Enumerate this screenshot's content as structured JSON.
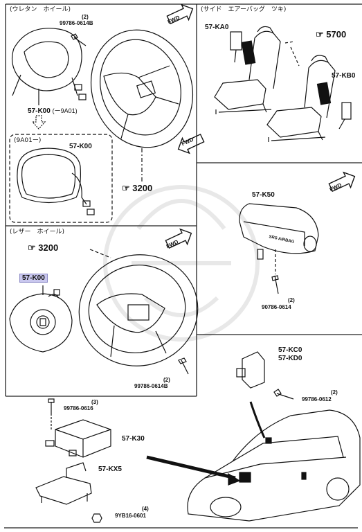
{
  "sections": {
    "urethane_wheel": "(ウレタン　ホイール)",
    "side_airbag": "(サイド　エアーバッグ　ツキ)",
    "leather_wheel": "(レザー　ホイール)",
    "variant_9a01": "(9A01ー)"
  },
  "ref_marker_glyph": "☞",
  "parts": {
    "k00_top_label": "57-K00",
    "k00_top_suffix": "(ー9A01)",
    "k00_box_label": "57-K00",
    "k00_leather_label": "57-K00",
    "ka0_label": "57-KA0",
    "kb0_label": "57-KB0",
    "k50_label": "57-K50",
    "kc0_label": "57-KC0",
    "kd0_label": "57-KD0",
    "k30_label": "57-K30",
    "kx5_label": "57-KX5"
  },
  "refs": {
    "ref_3200_top": "3200",
    "ref_3200_mid": "3200",
    "ref_5700": "5700"
  },
  "bolts": {
    "b1_qty": "(2)",
    "b1_pn": "99786-0614B",
    "b2_qty": "(2)",
    "b2_pn": "90786-0614",
    "b3_qty": "(2)",
    "b3_pn": "99786-0614B",
    "b4_qty": "(2)",
    "b4_pn": "99786-0612",
    "b5_qty": "(3)",
    "b5_pn": "99786-0616",
    "b6_qty": "(4)",
    "b6_pn": "9YB16-0601"
  },
  "fwd_text": "FWD",
  "airbag_text": "SRS AIRBAG",
  "colors": {
    "line": "#111111",
    "highlight": "#c9c7ee",
    "watermark": "#e6e6e6"
  }
}
